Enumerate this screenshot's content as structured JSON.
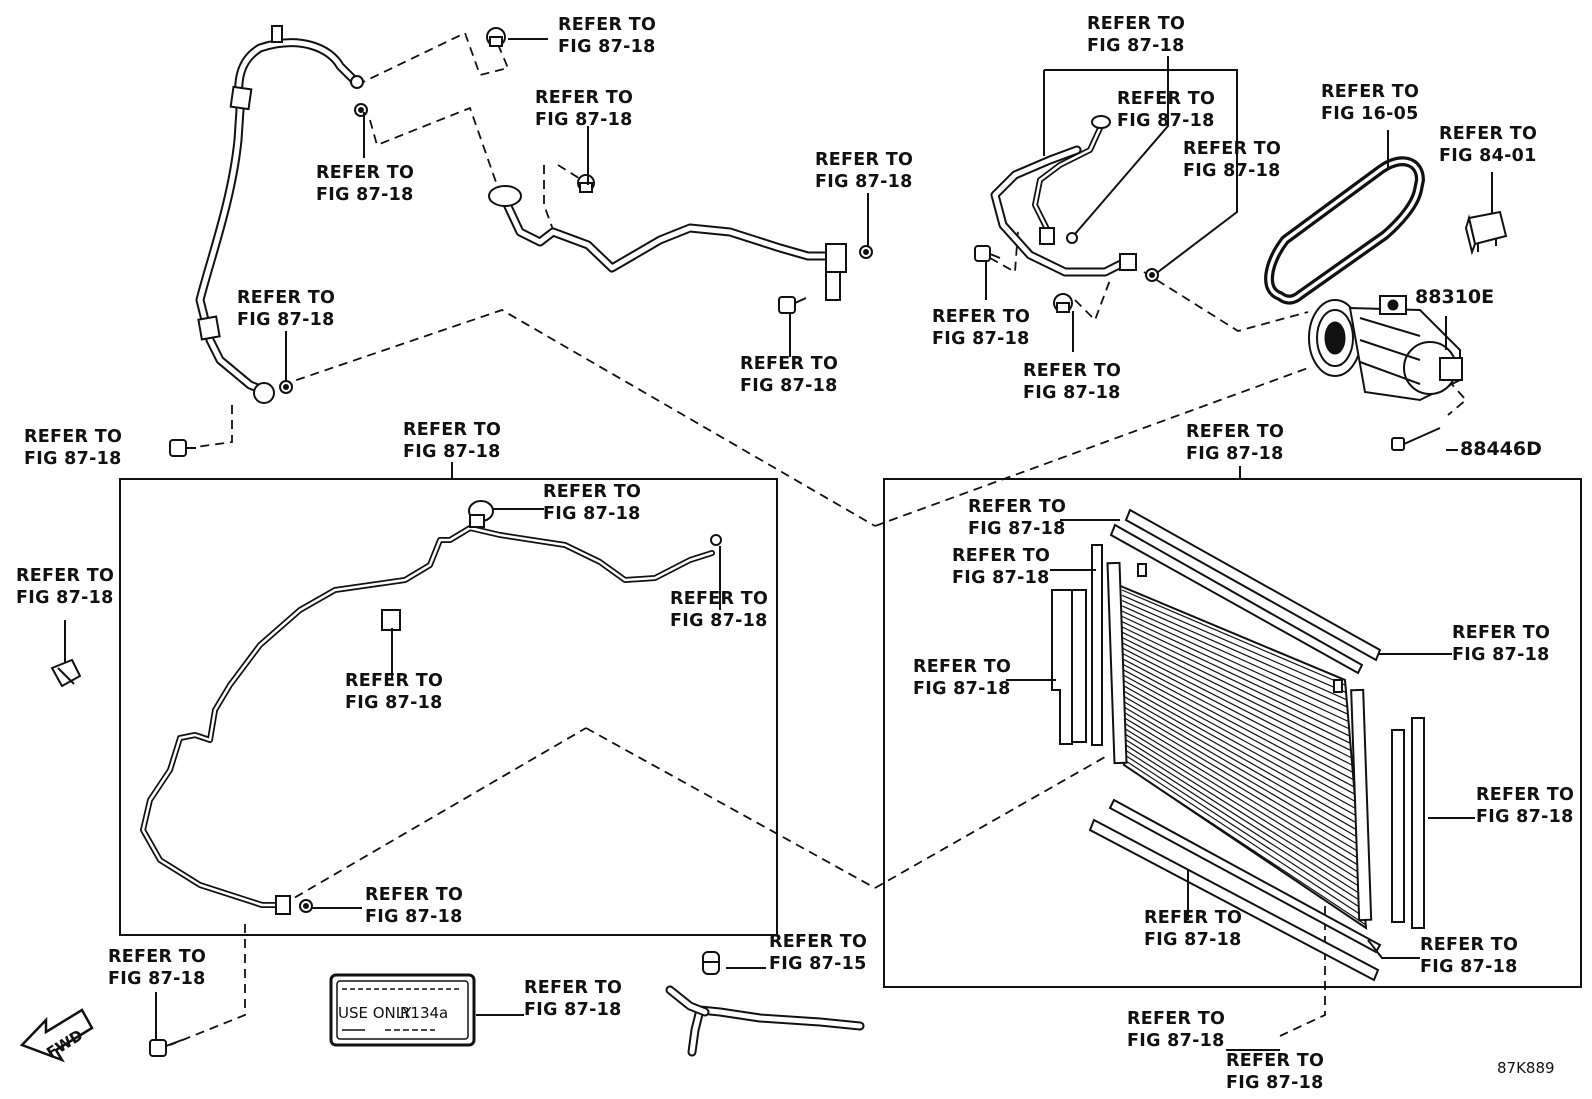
{
  "diagram_code": "87K889",
  "callouts": [
    {
      "line1": "REFER TO",
      "line2": "FIG 87-18"
    },
    {
      "line1": "REFER TO",
      "line2": "FIG 87-18"
    },
    {
      "line1": "REFER TO",
      "line2": "FIG 87-18"
    },
    {
      "line1": "REFER TO",
      "line2": "FIG 87-18"
    },
    {
      "line1": "REFER TO",
      "line2": "FIG 87-18"
    },
    {
      "line1": "REFER TO",
      "line2": "FIG 87-18"
    },
    {
      "line1": "REFER TO",
      "line2": "FIG 87-18"
    },
    {
      "line1": "REFER TO",
      "line2": "FIG 87-18"
    },
    {
      "line1": "REFER TO",
      "line2": "FIG 87-18"
    },
    {
      "line1": "REFER TO",
      "line2": "FIG 87-18"
    },
    {
      "line1": "REFER TO",
      "line2": "FIG 87-18"
    },
    {
      "line1": "REFER TO",
      "line2": "FIG 87-18"
    },
    {
      "line1": "REFER TO",
      "line2": "FIG 16-05"
    },
    {
      "line1": "REFER TO",
      "line2": "FIG 84-01"
    },
    {
      "line1": "REFER TO",
      "line2": "FIG 87-18"
    },
    {
      "line1": "REFER TO",
      "line2": "FIG 87-18"
    },
    {
      "line1": "REFER TO",
      "line2": "FIG 87-18"
    },
    {
      "line1": "REFER TO",
      "line2": "FIG 87-18"
    },
    {
      "line1": "REFER TO",
      "line2": "FIG 87-18"
    },
    {
      "line1": "REFER TO",
      "line2": "FIG 87-18"
    },
    {
      "line1": "REFER TO",
      "line2": "FIG 87-18"
    },
    {
      "line1": "REFER TO",
      "line2": "FIG 87-18"
    },
    {
      "line1": "REFER TO",
      "line2": "FIG 87-18"
    },
    {
      "line1": "REFER TO",
      "line2": "FIG 87-18"
    },
    {
      "line1": "REFER TO",
      "line2": "FIG 87-18"
    },
    {
      "line1": "REFER TO",
      "line2": "FIG 87-18"
    },
    {
      "line1": "REFER TO",
      "line2": "FIG 87-18"
    },
    {
      "line1": "REFER TO",
      "line2": "FIG 87-18"
    },
    {
      "line1": "REFER TO",
      "line2": "FIG 87-18"
    },
    {
      "line1": "REFER TO",
      "line2": "FIG 87-15"
    },
    {
      "line1": "REFER TO",
      "line2": "FIG 87-18"
    },
    {
      "line1": "REFER TO",
      "line2": "FIG 87-18"
    },
    {
      "line1": "REFER TO",
      "line2": "FIG 87-18"
    }
  ],
  "part_numbers": {
    "compressor": "88310E",
    "bolt": "88446D"
  },
  "label_plate": {
    "use_only": "USE ONLY",
    "refrigerant": "R134a"
  },
  "fwd_arrow": "FWD"
}
